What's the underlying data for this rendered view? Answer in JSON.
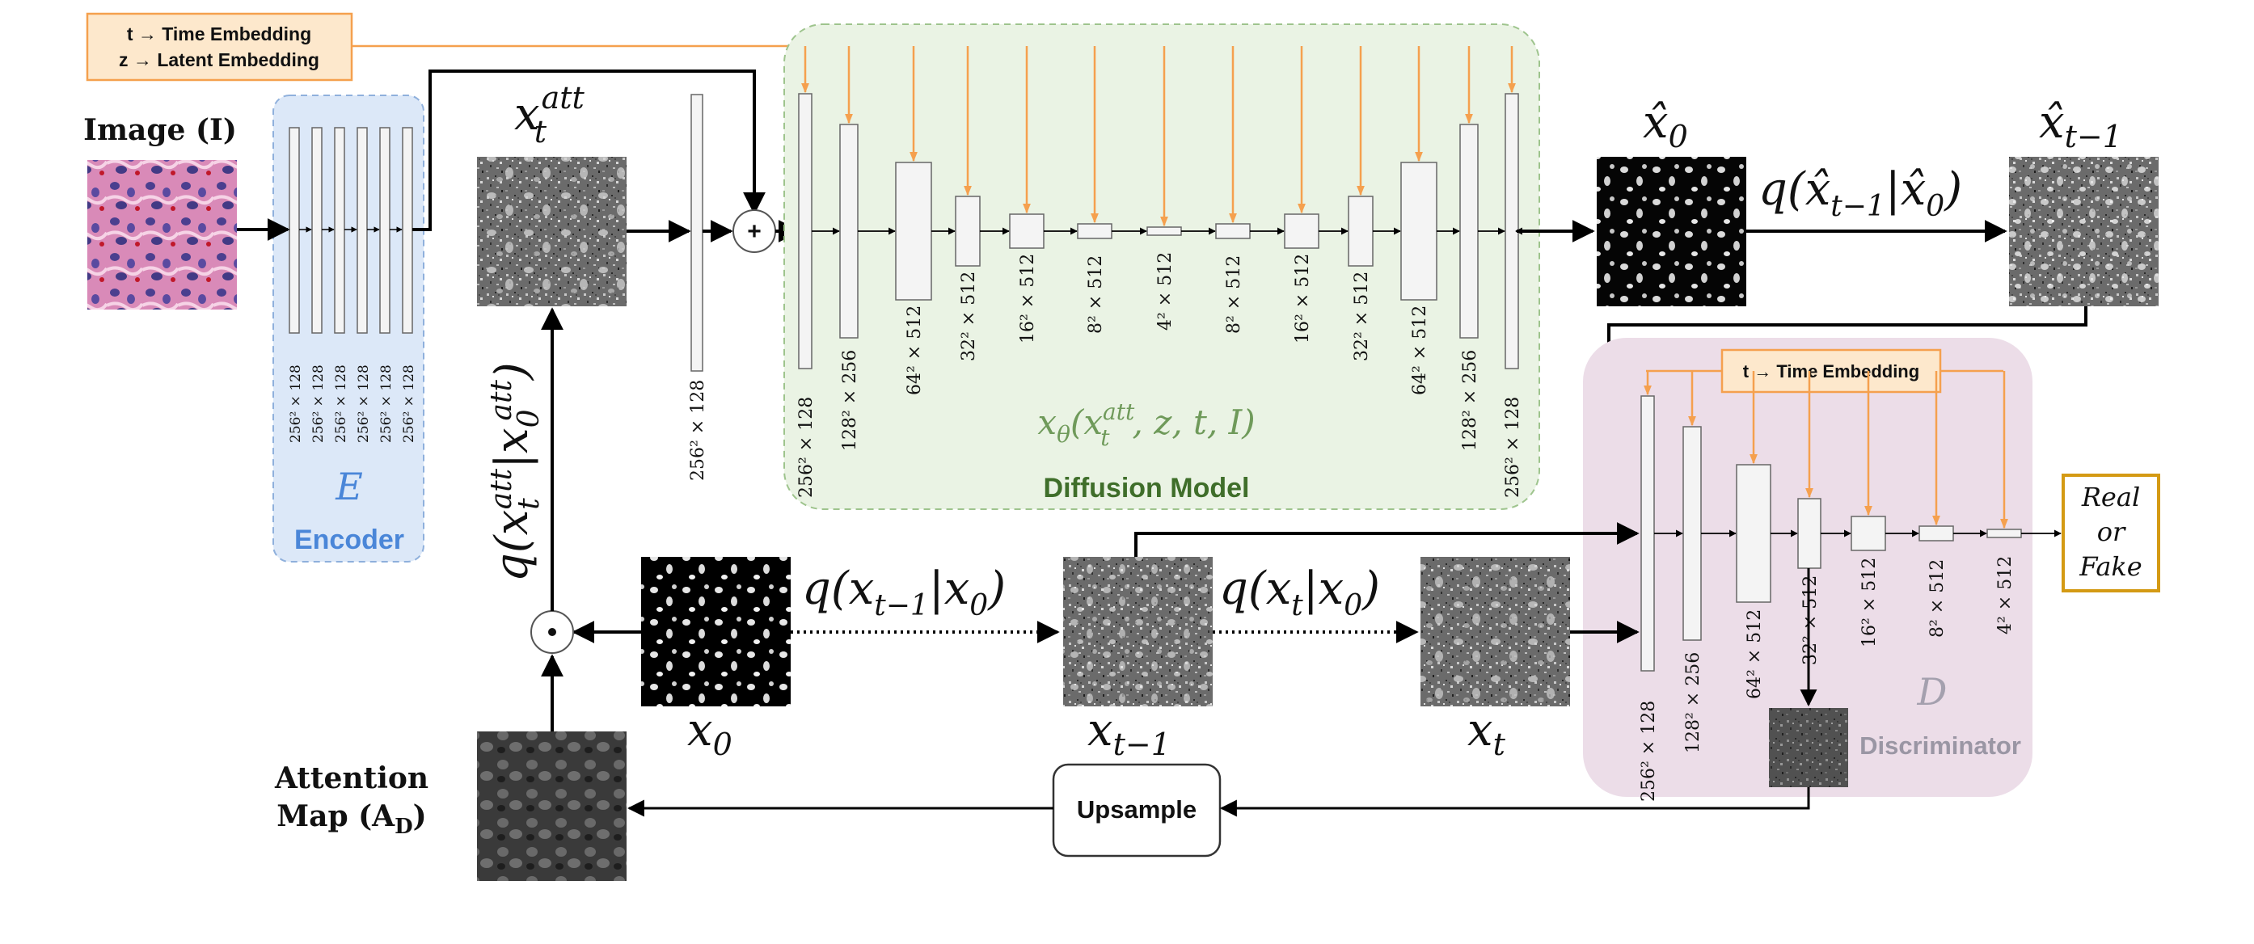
{
  "legend": {
    "time": "t → Time Embedding",
    "latent": "z → Latent Embedding"
  },
  "image_label": "Image (I)",
  "encoder": {
    "letter": "E",
    "name": "Encoder",
    "dims": [
      "256² × 128",
      "256² × 128",
      "256² × 128",
      "256² × 128",
      "256² × 128",
      "256² × 128"
    ]
  },
  "xt_att_label": "x",
  "xt_att_sub": "t",
  "xt_att_sup": "att",
  "flat_dim": "256² × 128",
  "plus_symbol": "+",
  "odot_symbol": "⊙",
  "diffusion": {
    "name": "Diffusion Model",
    "func": "x",
    "func_sub": "θ",
    "func_args_open": "(x",
    "func_args_sup": "att",
    "func_args_sub": "t",
    "func_args_rest": ", z, t, I)",
    "dims": [
      "256² × 128",
      "128² × 256",
      "64² × 512",
      "32² × 512",
      "16² × 512",
      "8² × 512",
      "4² × 512",
      "8² × 512",
      "16² × 512",
      "32² × 512",
      "64² × 512",
      "128² × 256",
      "256² × 128"
    ]
  },
  "x0hat_label": "x̂",
  "x0hat_sub": "0",
  "xt1hat_label": "x̂",
  "xt1hat_sub": "t−1",
  "q_hat": "q(x̂",
  "q_hat_sub1": "t−1",
  "q_hat_mid": "|x̂",
  "q_hat_sub2": "0",
  "q_hat_end": ")",
  "q_att": "q(x",
  "q_att_sub1": "t",
  "q_att_sup1": "att",
  "q_att_mid": "|x",
  "q_att_sub2": "0",
  "q_att_sup2": "att",
  "q_att_end": ")",
  "q_prev": "q(x",
  "q_prev_sub1": "t−1",
  "q_prev_mid": "|x",
  "q_prev_sub2": "0",
  "q_prev_end": ")",
  "q_t": "q(x",
  "q_t_sub1": "t",
  "q_t_mid": "|x",
  "q_t_sub2": "0",
  "q_t_end": ")",
  "x0_label": "x",
  "x0_sub": "0",
  "xprev_label": "x",
  "xprev_sub": "t−1",
  "xt_label": "x",
  "xt_sub": "t",
  "attention_line1": "Attention",
  "attention_line2": "Map (A",
  "attention_sub": "D",
  "attention_end": ")",
  "upsample": "Upsample",
  "discriminator": {
    "letter": "D",
    "name": "Discriminator",
    "time_embedding": "t → Time Embedding",
    "dims": [
      "256² × 128",
      "128² × 256",
      "64² × 512",
      "32² × 512",
      "16² × 512",
      "8² × 512",
      "4² × 512"
    ]
  },
  "output": [
    "Real",
    "or",
    "Fake"
  ],
  "colors": {
    "orange": "#f5a04e",
    "orange_fill": "#fde8cc",
    "output_border": "#d49a14",
    "diffusion_fill": "#eaf3e4",
    "diffusion_text": "#3f6e2a",
    "encoder_fill": "#dce8f8",
    "encoder_text": "#4a86d8",
    "disc_fill": "#ecdde8",
    "disc_text": "#9a96a4"
  }
}
